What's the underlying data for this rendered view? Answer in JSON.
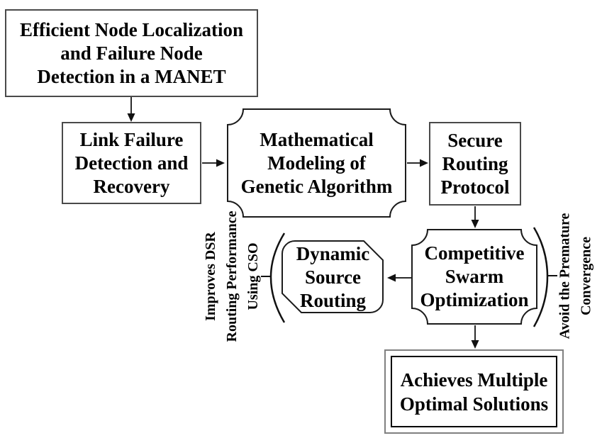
{
  "diagram_type": "flowchart",
  "nodes": {
    "efficient": {
      "label": "Efficient Node Localization\nand Failure Node\nDetection in a MANET",
      "shape": "rectangle"
    },
    "link_failure": {
      "label": "Link Failure\nDetection and\nRecovery",
      "shape": "rectangle"
    },
    "math_modeling": {
      "label": "Mathematical\nModeling of\nGenetic Algorithm",
      "shape": "plaque"
    },
    "secure_routing": {
      "label": "Secure\nRouting\nProtocol",
      "shape": "rectangle"
    },
    "cso": {
      "label": "Competitive\nSwarm\nOptimization",
      "shape": "plaque"
    },
    "dsr": {
      "label": "Dynamic\nSource\nRouting",
      "shape": "rounded-chamfered"
    },
    "achieves": {
      "label": "Achieves Multiple\nOptimal Solutions",
      "shape": "double-rectangle"
    }
  },
  "annotations": {
    "left_note": {
      "label": "Improves DSR\nRouting Performance\nUsing CSO",
      "orientation": "rotated-90-ccw",
      "attached_to": "dsr",
      "connector": "parenthesis-brace"
    },
    "right_note": {
      "label": "Avoid the Premature\nConvergence",
      "orientation": "rotated-90-ccw",
      "attached_to": "cso",
      "connector": "parenthesis-brace"
    }
  },
  "edges": [
    {
      "from": "efficient",
      "to": "link_failure",
      "direction": "down"
    },
    {
      "from": "link_failure",
      "to": "math_modeling",
      "direction": "right"
    },
    {
      "from": "math_modeling",
      "to": "secure_routing",
      "direction": "right"
    },
    {
      "from": "secure_routing",
      "to": "cso",
      "direction": "down"
    },
    {
      "from": "cso",
      "to": "dsr",
      "direction": "left"
    },
    {
      "from": "cso",
      "to": "achieves",
      "direction": "down"
    }
  ],
  "colors": {
    "background": "#ffffff",
    "rect_border": "#4a4a4a",
    "outer_double_border": "#808080",
    "inner_double_border": "#000000",
    "shape_stroke": "#1c1c1c",
    "arrow": "#2b2b2b",
    "text": "#000000"
  }
}
